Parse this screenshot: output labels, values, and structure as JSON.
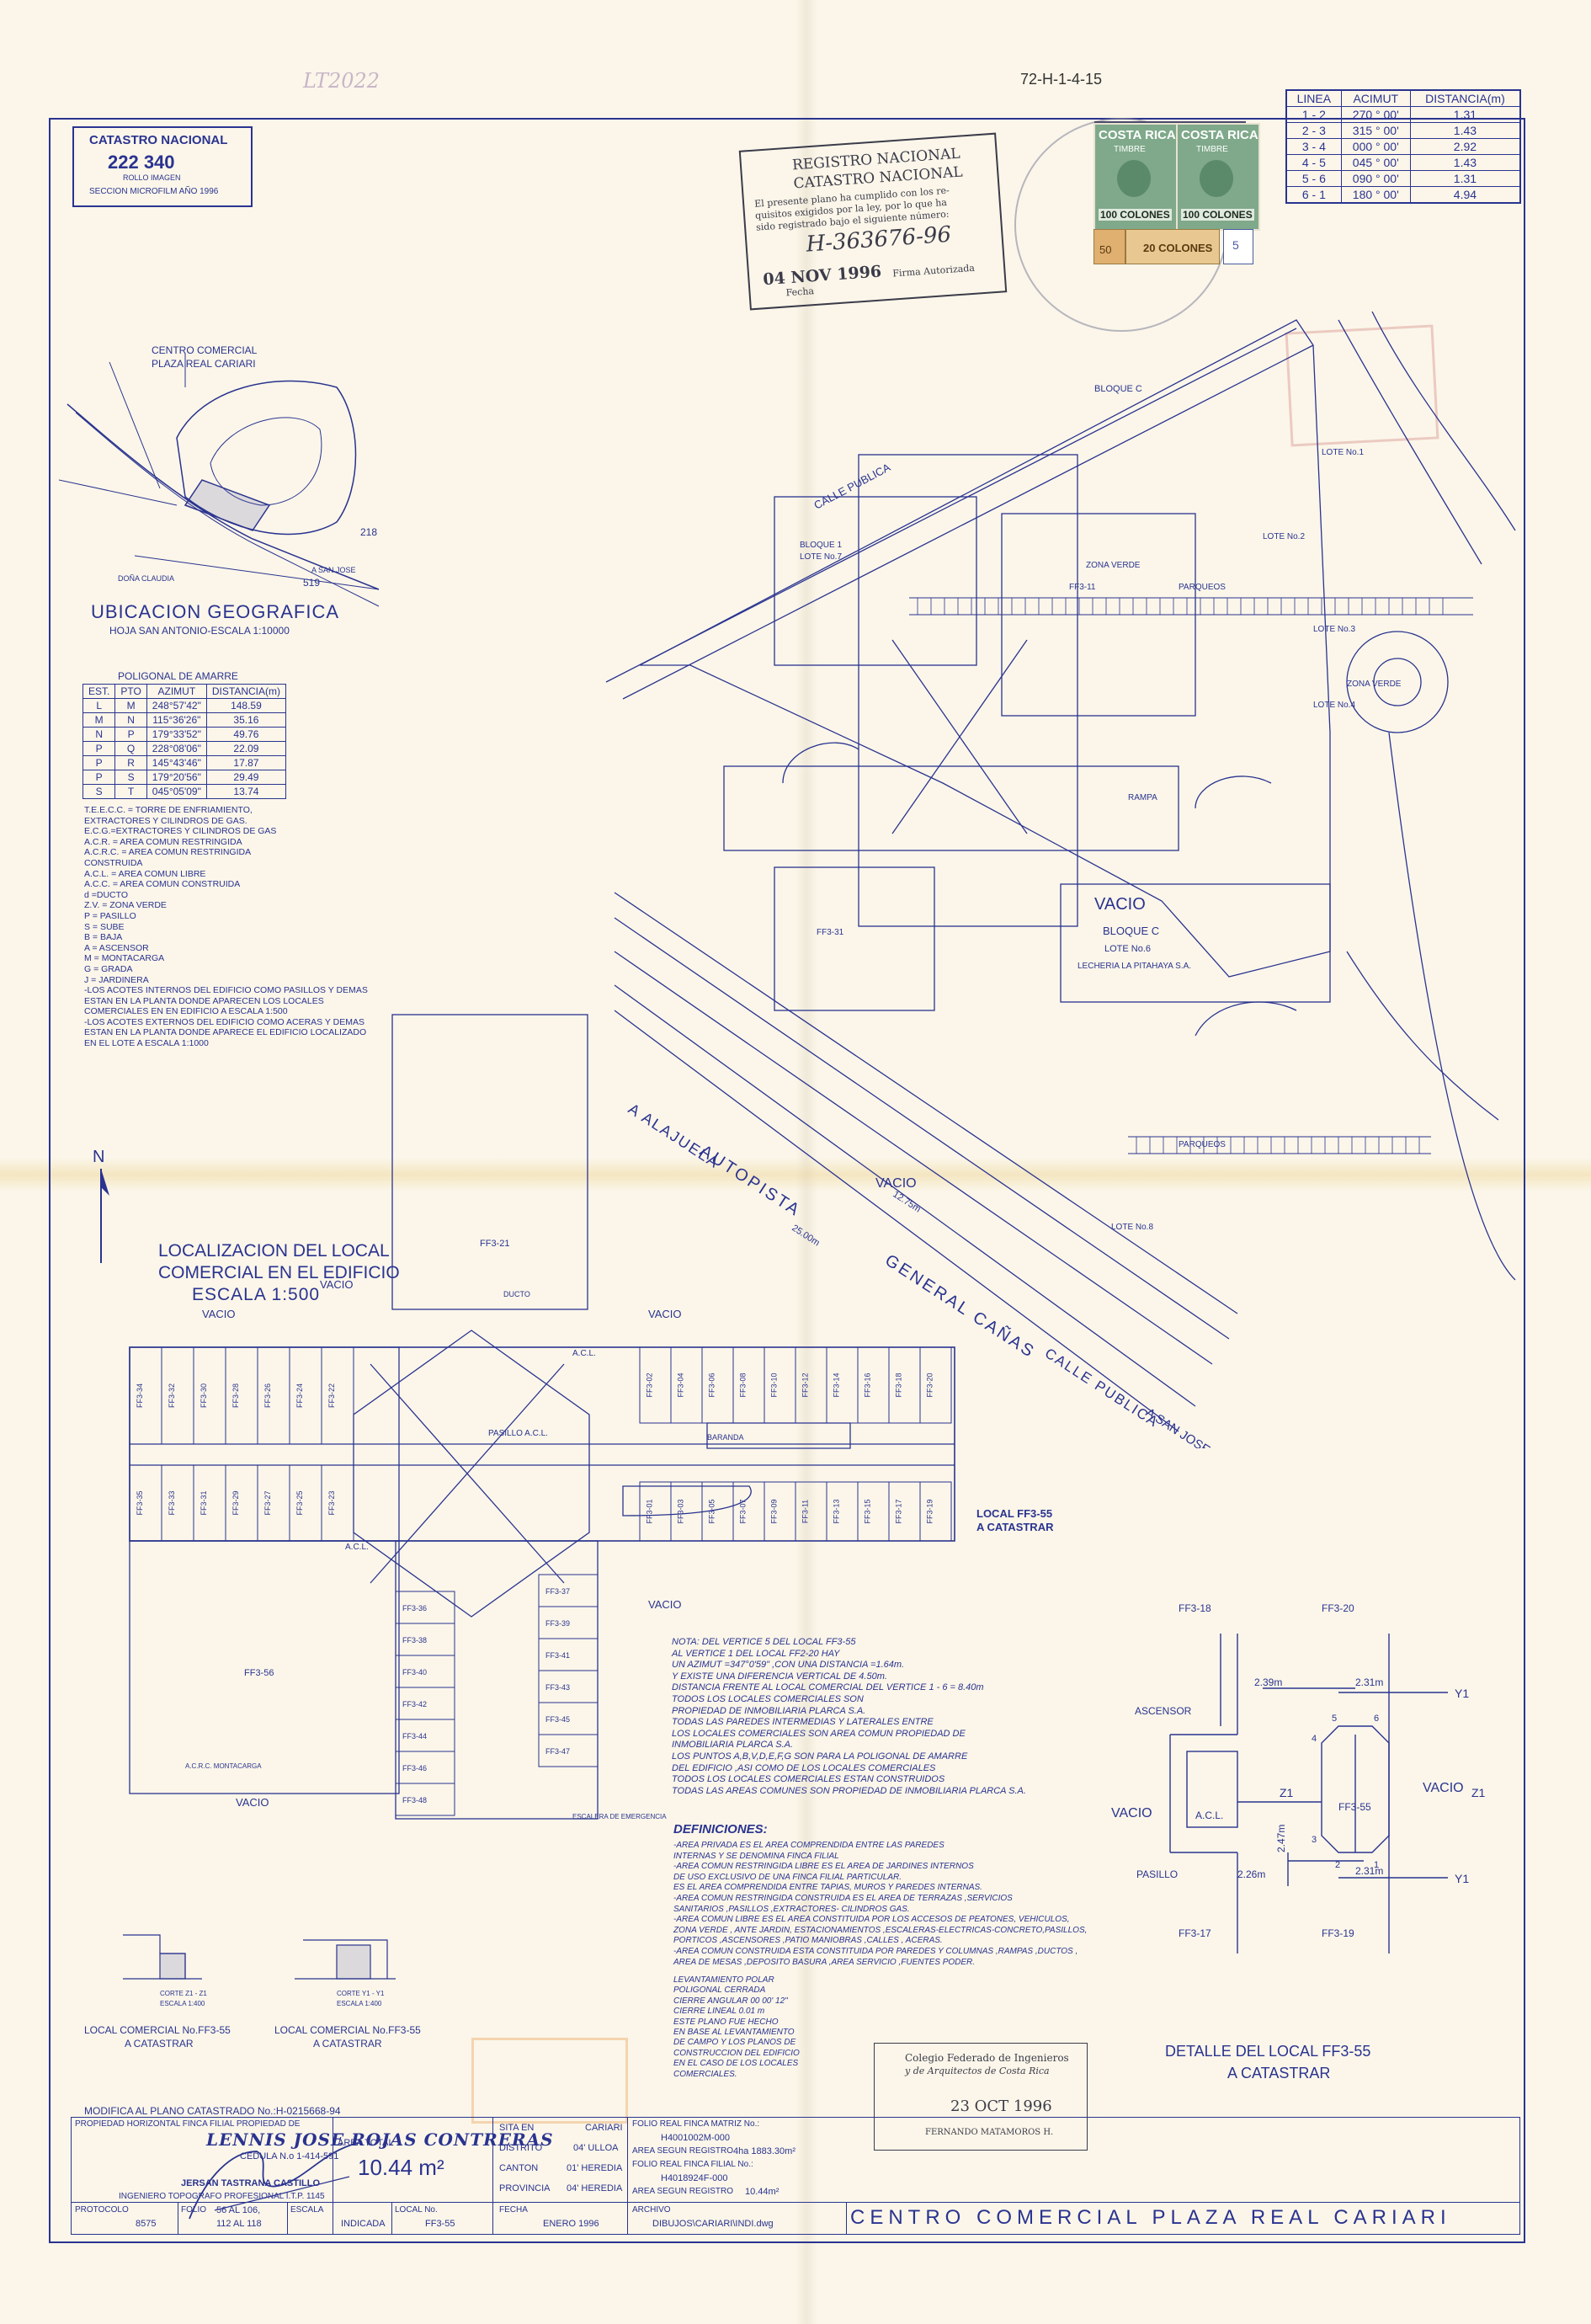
{
  "ref_code": "72-H-1-4-15",
  "catastro_box": {
    "title": "CATASTRO NACIONAL",
    "number": "222 340",
    "rollo": "ROLLO  IMAGEN",
    "seccion": "SECCION MICROFILM AÑO 1996"
  },
  "registro_stamp": {
    "line1": "REGISTRO NACIONAL",
    "line2": "CATASTRO NACIONAL",
    "text1": "El presente plano ha cumplido con los re-",
    "text2": "quisitos exigidos por la ley, por lo que ha",
    "text3": "sido registrado bajo el siguiente número:",
    "number": "H-363676-96",
    "date": "04 NOV 1996",
    "fecha": "Fecha",
    "firma": "Firma Autorizada"
  },
  "timbres": {
    "brand": "COSTA RICA",
    "label": "TIMBRE",
    "value1": "100 COLONES",
    "value2": "20 COLONES",
    "value3": "50",
    "value4": "5"
  },
  "lineas_table": {
    "headers": [
      "LINEA",
      "ACIMUT",
      "DISTANCIA(m)"
    ],
    "rows": [
      [
        "1 - 2",
        "270 ° 00'",
        "1.31"
      ],
      [
        "2 - 3",
        "315 ° 00'",
        "1.43"
      ],
      [
        "3 - 4",
        "000 ° 00'",
        "2.92"
      ],
      [
        "4 - 5",
        "045 ° 00'",
        "1.43"
      ],
      [
        "5 - 6",
        "090 ° 00'",
        "1.31"
      ],
      [
        "6 - 1",
        "180 ° 00'",
        "4.94"
      ]
    ]
  },
  "location_map": {
    "title": "UBICACION GEOGRAFICA",
    "subtitle": "HOJA SAN ANTONIO-ESCALA 1:10000",
    "label_cc": "CENTRO COMERCIAL",
    "label_cc2": "PLAZA REAL CARIARI",
    "n218": "218",
    "n519": "519",
    "dona": "DOÑA CLAUDIA",
    "san_jose": "A SAN JOSE"
  },
  "poligonal": {
    "title": "POLIGONAL DE AMARRE",
    "headers": [
      "EST.",
      "PTO",
      "AZIMUT",
      "DISTANCIA(m)"
    ],
    "rows": [
      [
        "L",
        "M",
        "248°57'42\"",
        "148.59"
      ],
      [
        "M",
        "N",
        "115°36'26\"",
        "35.16"
      ],
      [
        "N",
        "P",
        "179°33'52\"",
        "49.76"
      ],
      [
        "P",
        "Q",
        "228°08'06\"",
        "22.09"
      ],
      [
        "P",
        "R",
        "145°43'46\"",
        "17.87"
      ],
      [
        "P",
        "S",
        "179°20'56\"",
        "29.49"
      ],
      [
        "S",
        "T",
        "045°05'09\"",
        "13.74"
      ]
    ]
  },
  "legend": [
    "T.E.E.C.C. = TORRE DE ENFRIAMIENTO,",
    "EXTRACTORES Y CILINDROS DE GAS.",
    "E.C.G.=EXTRACTORES Y CILINDROS DE GAS",
    "A.C.R. = AREA COMUN RESTRINGIDA",
    "A.C.R.C. = AREA COMUN RESTRINGIDA",
    "CONSTRUIDA",
    "A.C.L. = AREA COMUN LIBRE",
    "A.C.C. = AREA COMUN CONSTRUIDA",
    "d =DUCTO",
    "Z.V. = ZONA VERDE",
    "P = PASILLO",
    "S = SUBE",
    "B = BAJA",
    "A = ASCENSOR",
    "M = MONTACARGA",
    "G = GRADA",
    "J = JARDINERA",
    "-LOS ACOTES INTERNOS DEL EDIFICIO COMO PASILLOS Y DEMAS",
    "ESTAN EN LA PLANTA DONDE APARECEN LOS LOCALES",
    "COMERCIALES EN EN EDIFICIO A ESCALA 1:500",
    "-LOS ACOTES EXTERNOS DEL EDIFICIO COMO ACERAS Y DEMAS",
    "ESTAN EN LA PLANTA DONDE APARECE EL EDIFICIO LOCALIZADO",
    "EN EL LOTE A ESCALA 1:1000"
  ],
  "site_plan": {
    "calle_publica": "CALLE PUBLICA",
    "vacio": "VACIO",
    "bloque_c": "BLOQUE C",
    "lote_6": "LOTE No.6",
    "lecheria": "LECHERIA LA PITAHAYA S.A.",
    "autopista": "AUTOPISTA",
    "general_canas": "GENERAL CAÑAS",
    "a_alajuela": "A ALAJUELA",
    "a_san_jose": "A SAN JOSE",
    "calle_publica2": "CALLE PUBLICA",
    "zona_verde": "ZONA VERDE",
    "parqueos": "PARQUEOS",
    "bloque_1": "BLOQUE 1",
    "lote_7": "LOTE No.7",
    "lote_8": "LOTE No.8",
    "rampa": "RAMPA",
    "lote_2": "LOTE No.2",
    "lote_3": "LOTE No.3",
    "lote_4": "LOTE No.4",
    "lote_1": "LOTE No.1",
    "ff3_11": "FF3-11",
    "ff3_31": "FF3-31",
    "d12": "12.75m",
    "d25": "25.00m"
  },
  "floor_plan": {
    "title1": "LOCALIZACION DEL LOCAL",
    "title2": "COMERCIAL EN EL EDIFICIO",
    "title3": "ESCALA   1:500",
    "north": "N",
    "vacio": "VACIO",
    "ff3_21": "FF3-21",
    "ducto": "DUCTO",
    "ff3_56": "FF3-56",
    "local_label1": "LOCAL FF3-55",
    "local_label2": "A CATASTRAR",
    "acl": "A.C.L.",
    "pasillo": "PASILLO A.C.L.",
    "baranda": "BARANDA",
    "top_units": [
      "FF3-34",
      "FF3-32",
      "FF3-30",
      "FF3-28",
      "FF3-26",
      "FF3-24",
      "FF3-22"
    ],
    "top_units_r": [
      "FF3-02",
      "FF3-04",
      "FF3-06",
      "FF3-08",
      "FF3-10",
      "FF3-12",
      "FF3-14",
      "FF3-16",
      "FF3-18",
      "FF3-20"
    ],
    "bot_units": [
      "FF3-35",
      "FF3-33",
      "FF3-31",
      "FF3-29",
      "FF3-27",
      "FF3-25",
      "FF3-23"
    ],
    "bot_units_r": [
      "FF3-01",
      "FF3-03",
      "FF3-05",
      "FF3-07",
      "FF3-09",
      "FF3-11",
      "FF3-13",
      "FF3-15",
      "FF3-17",
      "FF3-19"
    ],
    "south_left": [
      "FF3-36",
      "FF3-38",
      "FF3-40",
      "FF3-42",
      "FF3-44",
      "FF3-46",
      "FF3-48"
    ],
    "south_right": [
      "FF3-37",
      "FF3-39",
      "FF3-41",
      "FF3-43",
      "FF3-45",
      "FF3-47"
    ],
    "arcr": "A.C.R.C. MONTACARGA",
    "escalera": "ESCALERA DE EMERGENCIA"
  },
  "nota": [
    "NOTA: DEL VERTICE 5 DEL LOCAL FF3-55",
    "AL VERTICE 1 DEL LOCAL FF2-20 HAY",
    "UN AZIMUT =347°0'59\" ,CON UNA DISTANCIA =1.64m.",
    "Y EXISTE UNA DIFERENCIA VERTICAL DE 4.50m.",
    "DISTANCIA FRENTE AL LOCAL COMERCIAL DEL VERTICE 1 - 6 = 8.40m",
    "TODOS LOS LOCALES COMERCIALES SON",
    "PROPIEDAD DE INMOBILIARIA PLARCA S.A.",
    "TODAS LAS PAREDES INTERMEDIAS Y LATERALES ENTRE",
    "LOS LOCALES COMERCIALES SON AREA COMUN PROPIEDAD DE",
    "INMOBILIARIA PLARCA S.A.",
    "LOS PUNTOS A,B,V,D,E,F,G SON PARA LA POLIGONAL DE AMARRE",
    "DEL EDIFICIO ,ASI COMO DE LOS LOCALES COMERCIALES",
    "TODOS LOS LOCALES COMERCIALES ESTAN CONSTRUIDOS",
    "TODAS LAS AREAS COMUNES SON PROPIEDAD DE INMOBILIARIA PLARCA S.A."
  ],
  "definiciones_title": "DEFINICIONES:",
  "definiciones": [
    "-AREA PRIVADA ES EL AREA COMPRENDIDA ENTRE LAS PAREDES",
    "INTERNAS Y SE DENOMINA FINCA FILIAL",
    "-AREA COMUN RESTRINGIDA LIBRE ES EL AREA DE JARDINES INTERNOS",
    "DE USO EXCLUSIVO DE UNA FINCA FILIAL PARTICULAR.",
    "ES EL AREA COMPRENDIDA ENTRE TAPIAS, MUROS Y PAREDES INTERNAS.",
    "-AREA COMUN RESTRINGIDA CONSTRUIDA ES EL AREA DE TERRAZAS ,SERVICIOS",
    "SANITARIOS ,PASILLOS ,EXTRACTORES- CILINDROS GAS.",
    "-AREA COMUN LIBRE ES EL AREA CONSTITUIDA POR LOS ACCESOS DE PEATONES, VEHICULOS,",
    "ZONA VERDE , ANTE JARDIN, ESTACIONAMIENTOS ,ESCALERAS-ELECTRICAS-CONCRETO,PASILLOS,",
    "PORTICOS ,ASCENSORES ,PATIO MANIOBRAS ,CALLES , ACERAS.",
    "-AREA COMUN CONSTRUIDA ESTA CONSTITUIDA POR PAREDES Y COLUMNAS ,RAMPAS ,DUCTOS ,",
    "AREA DE MESAS ,DEPOSITO BASURA ,AREA SERVICIO ,FUENTES PODER."
  ],
  "levantamiento": [
    "LEVANTAMIENTO POLAR",
    "POLIGONAL  CERRADA",
    "CIERRE  ANGULAR  00 00' 12\"",
    "CIERRE  LINEAL  0.01 m",
    "ESTE PLANO FUE HECHO",
    "EN BASE AL LEVANTAMIENTO",
    "DE CAMPO Y LOS PLANOS DE",
    "CONSTRUCCION DEL EDIFICIO",
    "EN EL CASO DE LOS LOCALES",
    "COMERCIALES."
  ],
  "detalle": {
    "title1": "DETALLE DEL LOCAL FF3-55",
    "title2": "A CATASTRAR",
    "ff3_18": "FF3-18",
    "ff3_20": "FF3-20",
    "ff3_17": "FF3-17",
    "ff3_19": "FF3-19",
    "ascensor": "ASCENSOR",
    "vacio_l": "VACIO",
    "vacio_r": "VACIO",
    "acl": "A.C.L.",
    "pasillo": "PASILLO",
    "ff3_55": "FF3-55",
    "y1": "Y1",
    "z1": "Z1",
    "d239": "2.39m",
    "d231": "2.31m",
    "d247": "2.47m",
    "d226": "2.26m",
    "d231b": "2.31m",
    "p1": "1",
    "p2": "2",
    "p3": "3",
    "p4": "4",
    "p5": "5",
    "p6": "6"
  },
  "cortes": {
    "c1": "CORTE  Z1 - Z1",
    "c1s": "ESCALA  1:400",
    "c2": "CORTE  Y1 - Y1",
    "c2s": "ESCALA  1:400",
    "l1a": "LOCAL COMERCIAL No.FF3-55",
    "l1b": "A CATASTRAR",
    "l2a": "LOCAL COMERCIAL No.FF3-55",
    "l2b": "A CATASTRAR"
  },
  "colegio_stamp": {
    "l1": "Colegio Federado de Ingenieros",
    "l2": "y de Arquitectos de Costa Rica",
    "date": "23 OCT 1996",
    "name": "FERNANDO MATAMOROS H."
  },
  "title_block": {
    "modifica": "MODIFICA AL PLANO CATASTRADO No.:H-0215668-94",
    "propiedad_label": "PROPIEDAD HORIZONTAL FINCA FILIAL PROPIEDAD DE",
    "owner": "LENNIS JOSE ROJAS CONTRERAS",
    "cedula": "CEDULA N.o 1-414-591",
    "engineer": "JERSAN TASTRANA CASTILLO",
    "engineer_title": "INGENIERO TOPOGRAFO PROFESIONAL I.T.P. 1145",
    "area_total_label": "AREA TOTAL",
    "area_total": "10.44 m²",
    "sita_en": "SITA EN",
    "sita_val": "CARIARI",
    "distrito": "DISTRITO",
    "distrito_val": "04' ULLOA",
    "canton": "CANTON",
    "canton_val": "01' HEREDIA",
    "provincia": "PROVINCIA",
    "provincia_val": "04' HEREDIA",
    "folio_matriz": "FOLIO REAL FINCA MATRIZ No.:",
    "folio_matriz_val": "H4001002M-000",
    "area_registro": "AREA SEGUN REGISTRO",
    "area_registro_val": "4ha 1883.30m²",
    "folio_filial": "FOLIO REAL FINCA FILIAL No.:",
    "folio_filial_val": "H4018924F-000",
    "area_registro2": "AREA SEGUN REGISTRO",
    "area_registro2_val": "10.44m²",
    "protocolo": "PROTOCOLO",
    "protocolo_val": "8575",
    "folio": "FOLIO",
    "folio_val1": "56 AL 106,",
    "folio_val2": "112 AL 118",
    "escala": "ESCALA",
    "escala_val": "INDICADA",
    "local_no": "LOCAL No.",
    "local_no_val": "FF3-55",
    "fecha": "FECHA",
    "fecha_val": "ENERO 1996",
    "archivo": "ARCHIVO",
    "archivo_val": "DIBUJOS\\CARIARI\\INDI.dwg",
    "project": "CENTRO COMERCIAL PLAZA REAL CARIARI"
  },
  "hand_note": "LT2022"
}
